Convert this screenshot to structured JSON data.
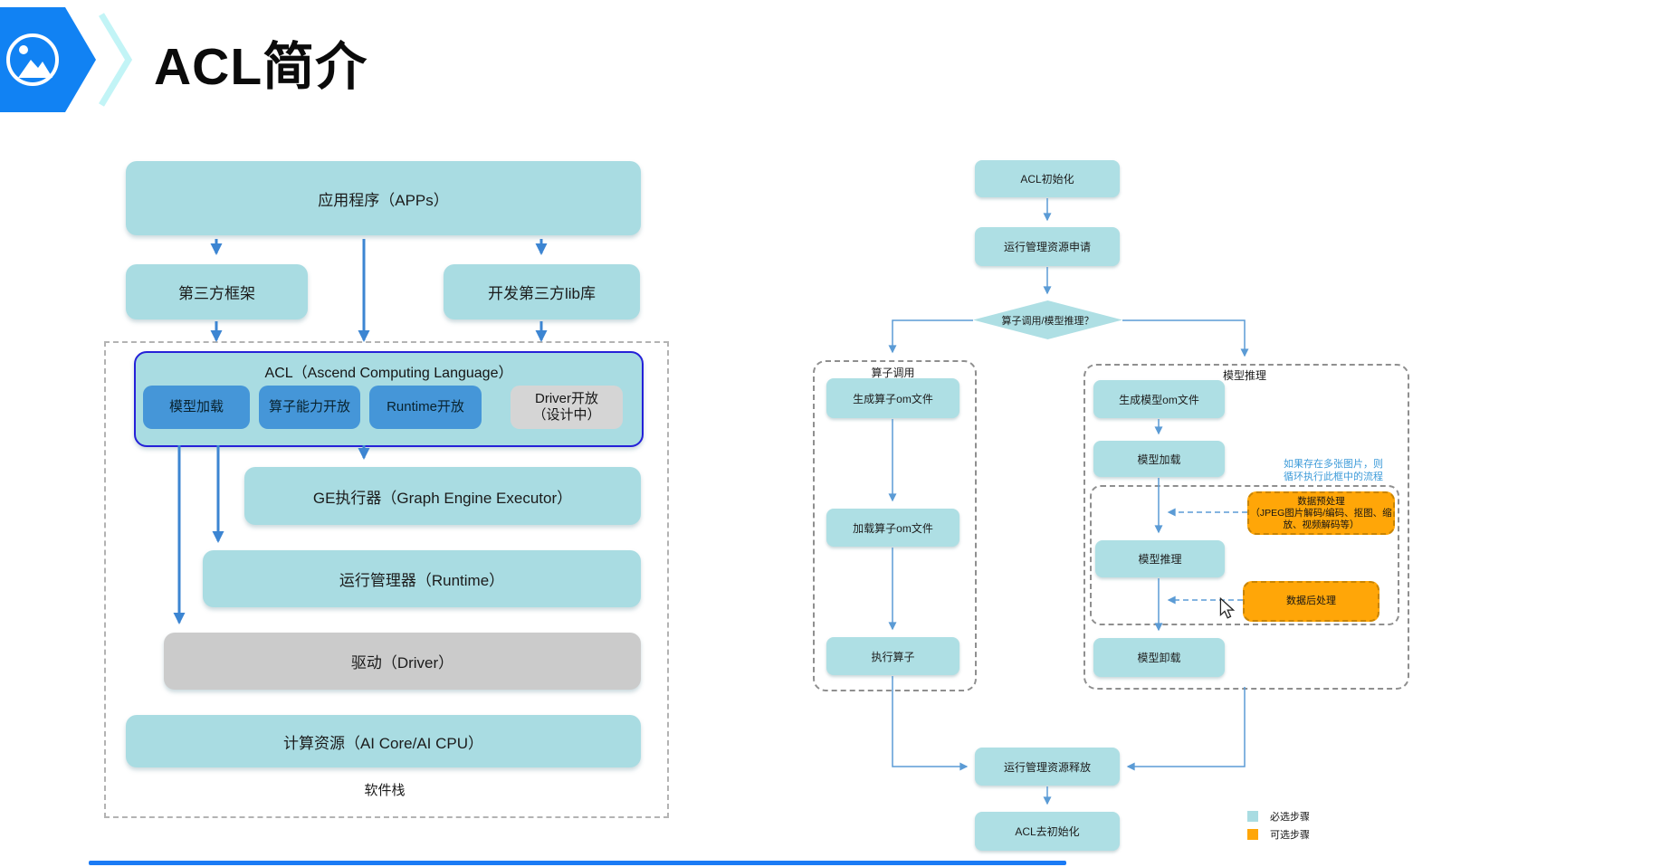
{
  "header": {
    "title": "ACL简介"
  },
  "stack": {
    "apps": "应用程序（APPs）",
    "framework": "第三方框架",
    "lib": "开发第三方lib库",
    "acl_title": "ACL（Ascend Computing Language）",
    "modules": [
      {
        "label": "模型加载",
        "sublabel": ""
      },
      {
        "label": "算子能力开放",
        "sublabel": ""
      },
      {
        "label": "Runtime开放",
        "sublabel": ""
      },
      {
        "label": "Driver开放",
        "sublabel": "（设计中）"
      }
    ],
    "ge": "GE执行器（Graph Engine Executor）",
    "runtime": "运行管理器（Runtime）",
    "driver": "驱动（Driver）",
    "compute": "计算资源（AI Core/AI CPU）",
    "caption": "软件栈"
  },
  "flow": {
    "init": "ACL初始化",
    "res_apply": "运行管理资源申请",
    "decision": "算子调用/模型推理？",
    "op_group": {
      "title": "算子调用",
      "steps": [
        "生成算子om文件",
        "加载算子om文件",
        "执行算子"
      ]
    },
    "model_group": {
      "title": "模型推理",
      "gen": "生成模型om文件",
      "load": "模型加载",
      "preprocess_title": "数据预处理",
      "preprocess_detail": "（JPEG图片解码/编码、抠图、缩放、视频解码等）",
      "infer": "模型推理",
      "postprocess": "数据后处理",
      "unload": "模型卸载",
      "loop_note_line1": "如果存在多张图片，则",
      "loop_note_line2": "循环执行此框中的流程"
    },
    "res_release": "运行管理资源释放",
    "deinit": "ACL去初始化",
    "legend": [
      {
        "label": "必选步骤",
        "color": "#a9dce2"
      },
      {
        "label": "可选步骤",
        "color": "#ffa608"
      }
    ]
  },
  "palette": {
    "teal_box": "#a9dce2",
    "blue_module": "#4596d8",
    "gray_module": "#d5d5d5",
    "orange_optional": "#ffa608",
    "stack_arrow_blue": "#3c85d2",
    "flow_connector_blue": "#5b9bd5",
    "acl_border_blue": "#2521d8",
    "banner_blue": "#1182f3"
  }
}
